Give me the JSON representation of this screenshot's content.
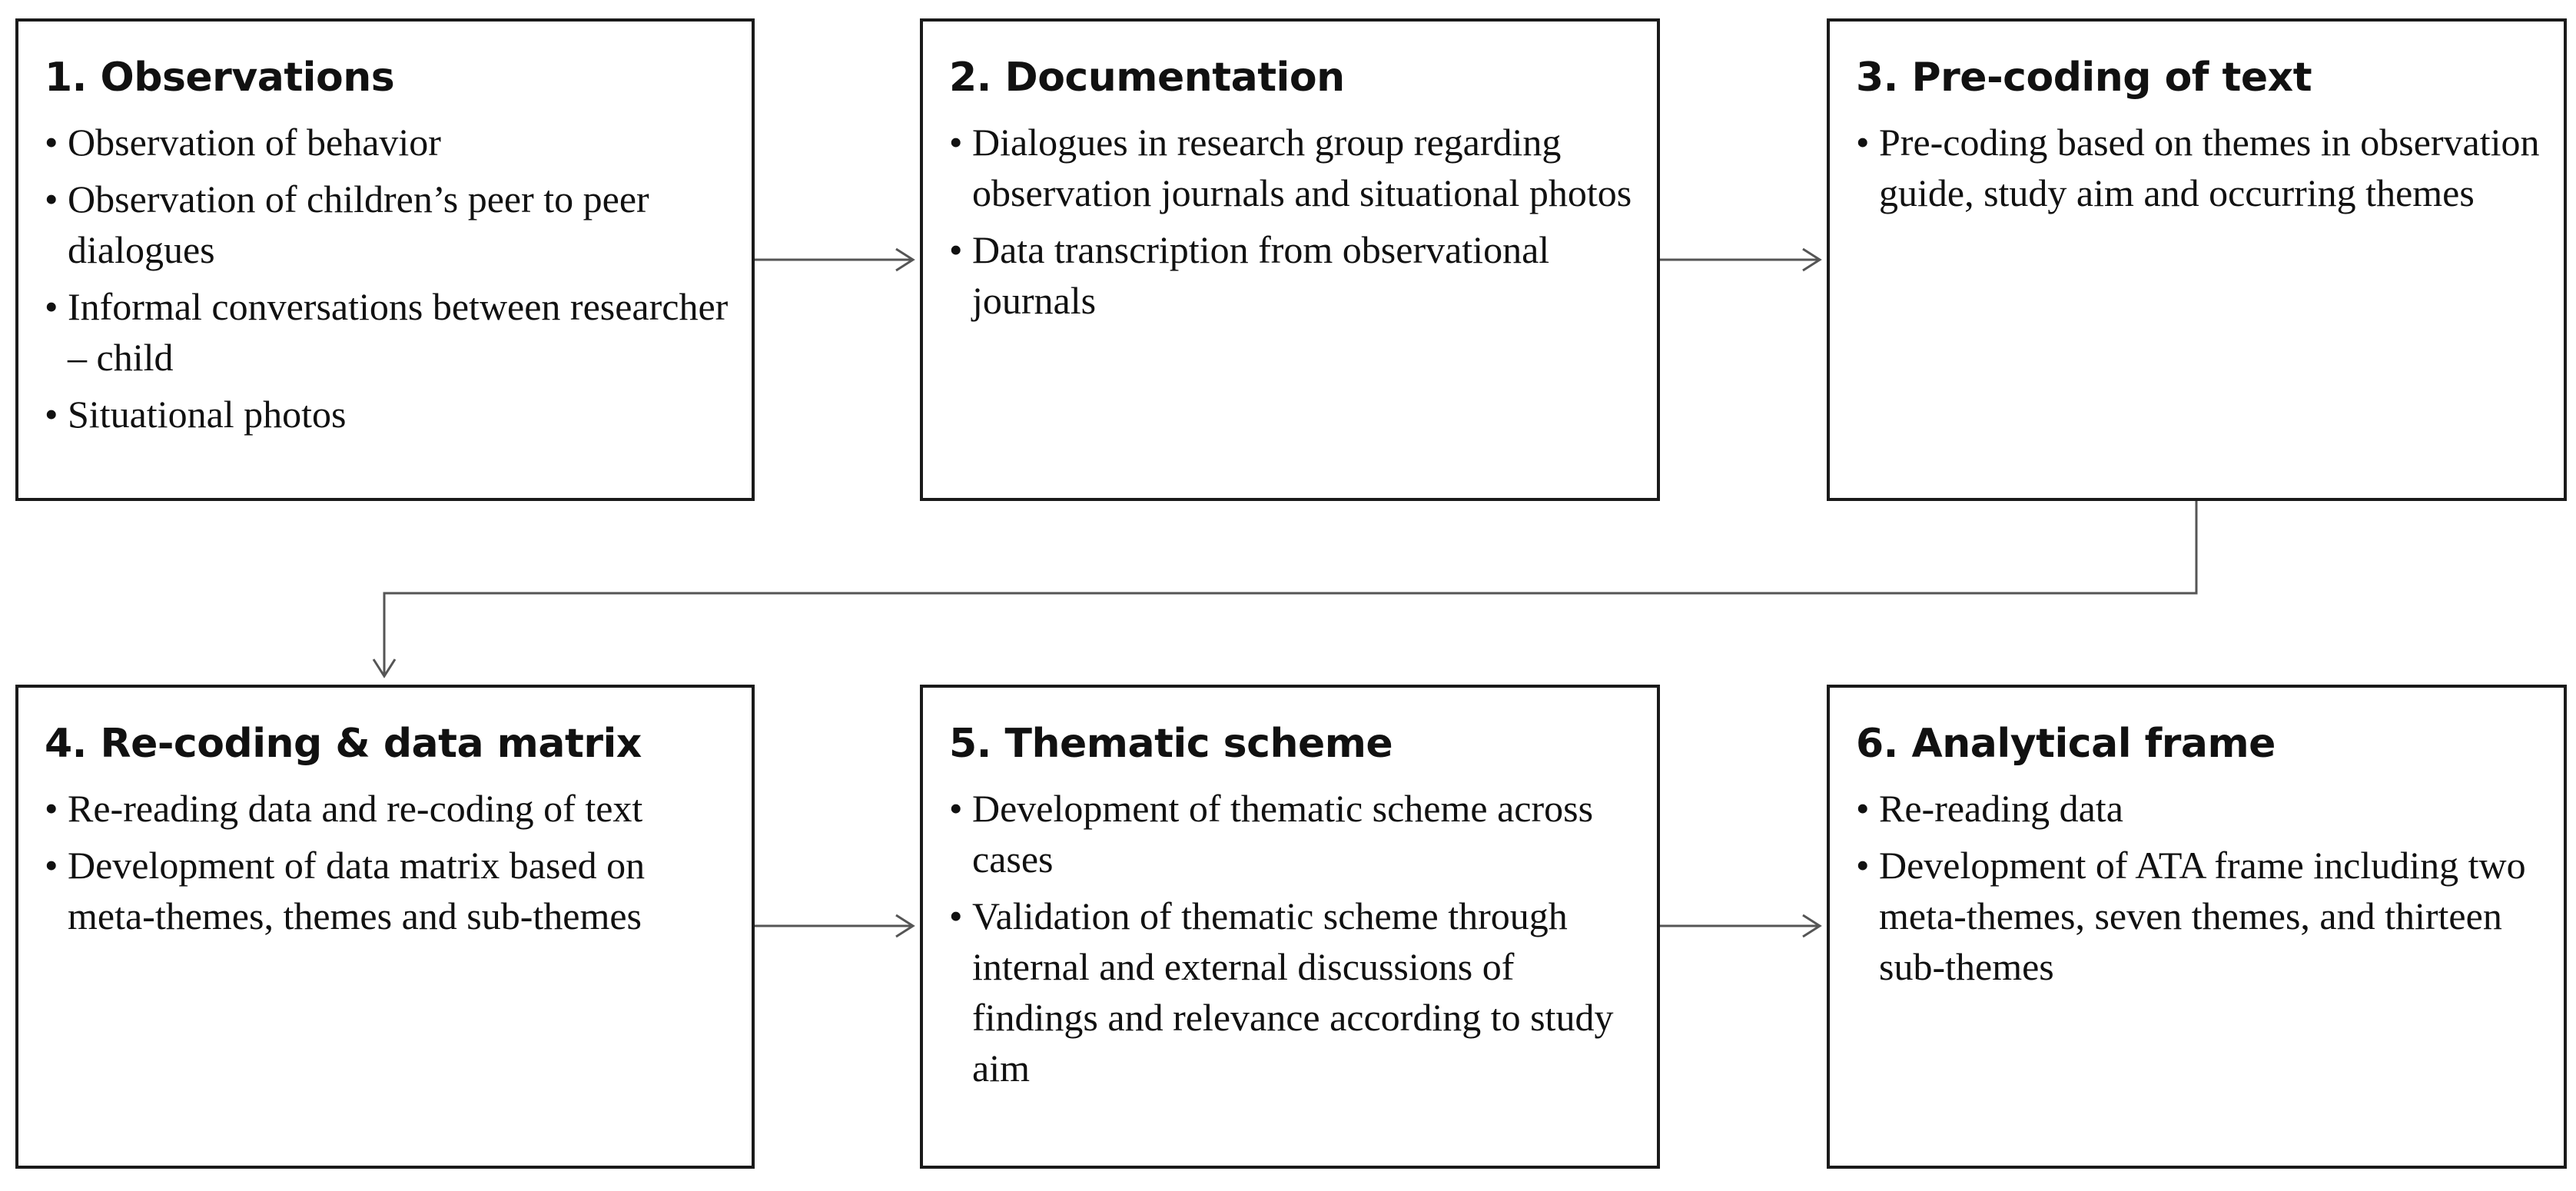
{
  "steps": [
    {
      "title": "1. Observations",
      "bullets": [
        "Observation of behavior",
        "Observation of children’s peer to peer dialogues",
        "Informal conversations between researcher – child",
        "Situational photos"
      ]
    },
    {
      "title": "2. Documentation",
      "bullets": [
        "Dialogues in research group regarding observation journals and situational photos",
        "Data transcription from observational journals"
      ]
    },
    {
      "title": "3. Pre-coding of text",
      "bullets": [
        "Pre-coding based on themes in observation guide, study aim and occurring themes"
      ]
    },
    {
      "title": "4. Re-coding & data matrix",
      "bullets": [
        "Re-reading data and re-coding of text",
        "Development of data matrix based on meta-themes, themes and sub-themes"
      ]
    },
    {
      "title": "5. Thematic scheme",
      "bullets": [
        "Development of thematic scheme across cases",
        "Validation of thematic scheme through internal and external discussions of findings and relevance according to study aim"
      ]
    },
    {
      "title": "6. Analytical frame",
      "bullets": [
        "Re-reading data",
        "Development of ATA frame including two meta-themes, seven themes, and thirteen sub-themes"
      ]
    }
  ],
  "bullet_symbol": "•",
  "colors": {
    "border": "#1a1a1a",
    "arrow": "#555555",
    "text": "#111111"
  }
}
